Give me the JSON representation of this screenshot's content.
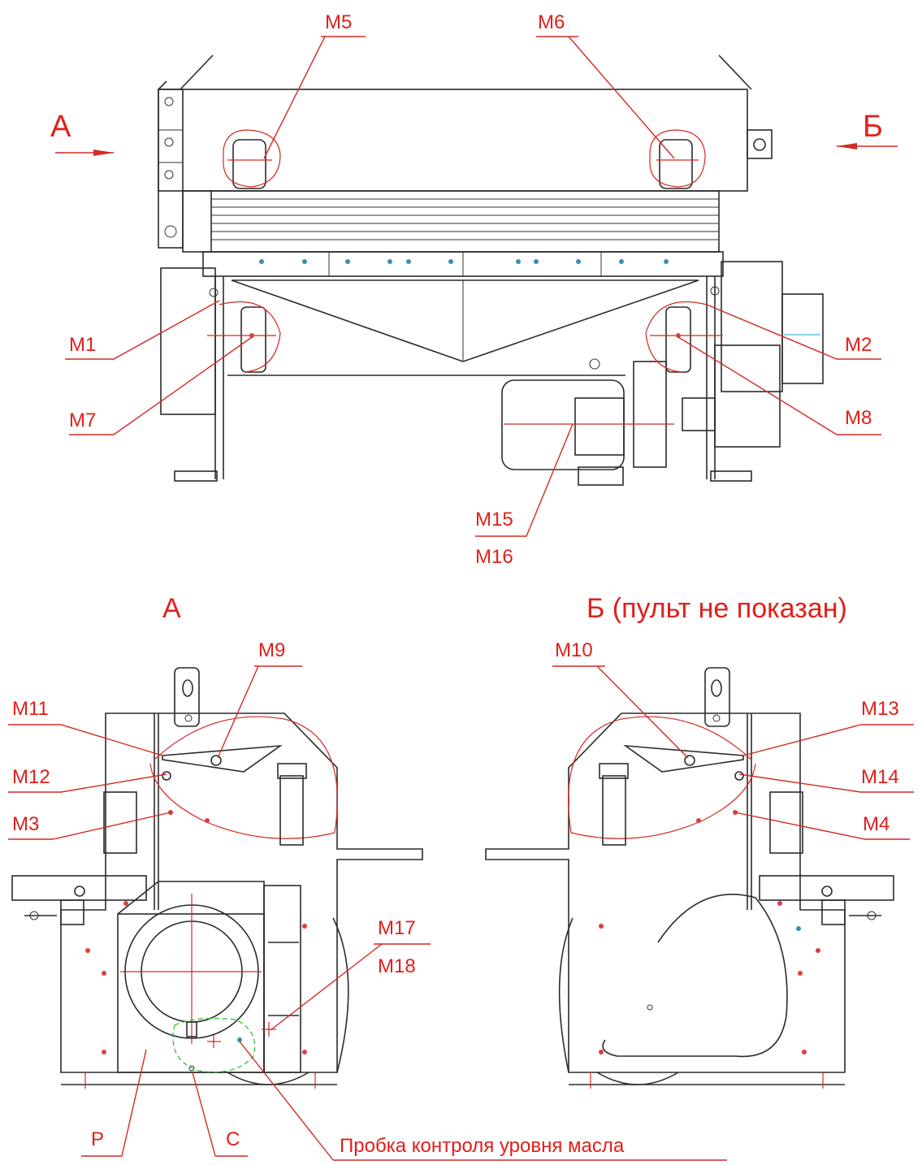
{
  "views": {
    "front": {
      "arrow_left_label": "А",
      "arrow_right_label": "Б",
      "labels": {
        "m5": "М5",
        "m6": "М6",
        "m1": "М1",
        "m2": "М2",
        "m7": "М7",
        "m8": "М8",
        "m15": "М15",
        "m16": "М16"
      }
    },
    "side_a": {
      "title": "А",
      "labels": {
        "m9": "М9",
        "m11": "М11",
        "m12": "М12",
        "m3": "М3",
        "m17": "М17",
        "m18": "М18",
        "p": "Р",
        "c": "С",
        "oil_plug": "Пробка контроля уровня масла"
      }
    },
    "side_b": {
      "title": "Б (пульт не показан)",
      "labels": {
        "m10": "М10",
        "m13": "М13",
        "m14": "М14",
        "m4": "М4"
      }
    }
  },
  "colors": {
    "label_red": "#e0201b",
    "outline": "#2b2b2b",
    "dashed_green": "#2fc22f"
  }
}
